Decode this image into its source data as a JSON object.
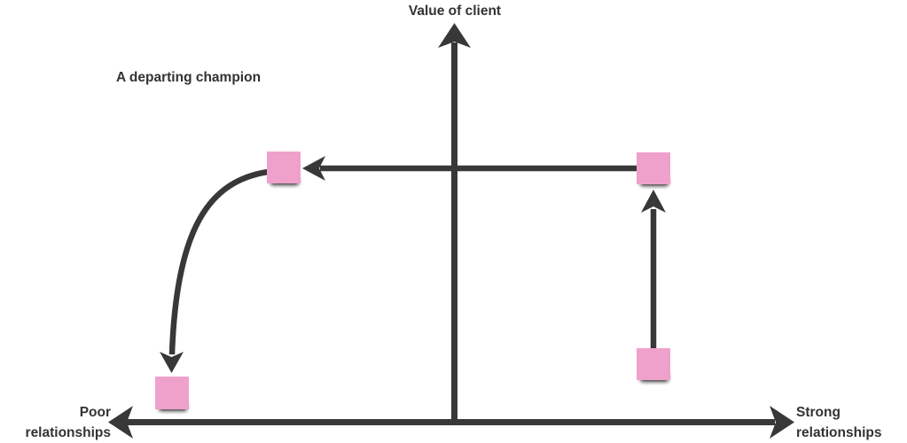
{
  "diagram": {
    "annotation": "A departing champion",
    "axes": {
      "y_axis_label": "Value of client",
      "x_axis_left_label": [
        "Poor",
        "relationships"
      ],
      "x_axis_right_label": [
        "Strong",
        "relationships"
      ]
    },
    "notes": [
      {
        "id": "note-upper-left",
        "quadrant": "upper-left: high value of client, poor relationships"
      },
      {
        "id": "note-upper-right",
        "quadrant": "upper-right: high value of client, strong relationships"
      },
      {
        "id": "note-lower-right",
        "quadrant": "lower-right: low value of client, strong relationships"
      },
      {
        "id": "note-lower-left",
        "quadrant": "lower-left: low value of client, poor relationships"
      }
    ],
    "flow": [
      "note-lower-right -> note-upper-right (straight arrow up)",
      "note-upper-right -> note-upper-left (straight arrow left)",
      "note-upper-left -> note-lower-left (curved arrow down)"
    ],
    "colors": {
      "line": "#383838",
      "text": "#333333",
      "note_fill": "#f0a1cb",
      "note_shadow": "#141414",
      "background": "#ffffff"
    }
  }
}
